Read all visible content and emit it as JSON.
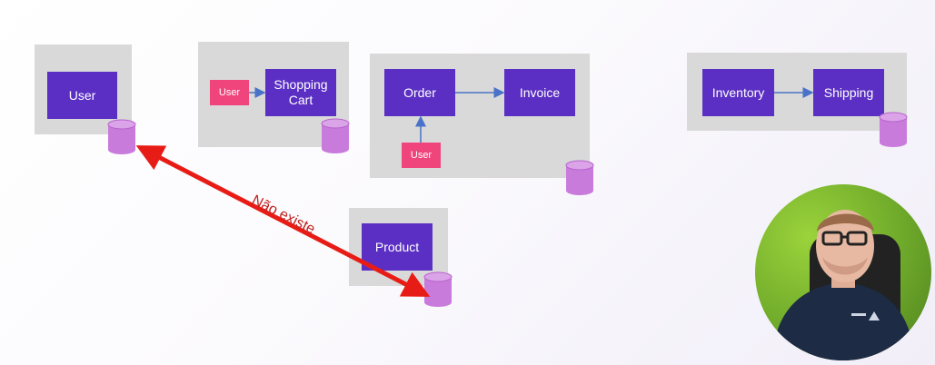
{
  "contexts": {
    "user": {
      "service": "User"
    },
    "shopping": {
      "tag": "User",
      "service": "Shopping Cart"
    },
    "order": {
      "service_order": "Order",
      "service_invoice": "Invoice",
      "tag": "User"
    },
    "inventory": {
      "service_inventory": "Inventory",
      "service_shipping": "Shipping"
    },
    "product": {
      "service": "Product"
    }
  },
  "annotation": {
    "text": "Não existe"
  },
  "colors": {
    "context_bg": "#d9d9d9",
    "service": "#5b2fc3",
    "tag": "#f0457c",
    "database": "#c97bdc",
    "arrow": "#e81c16",
    "annotation_text": "#c0201e"
  },
  "presenter": {
    "icon": "presenter-video-avatar"
  }
}
